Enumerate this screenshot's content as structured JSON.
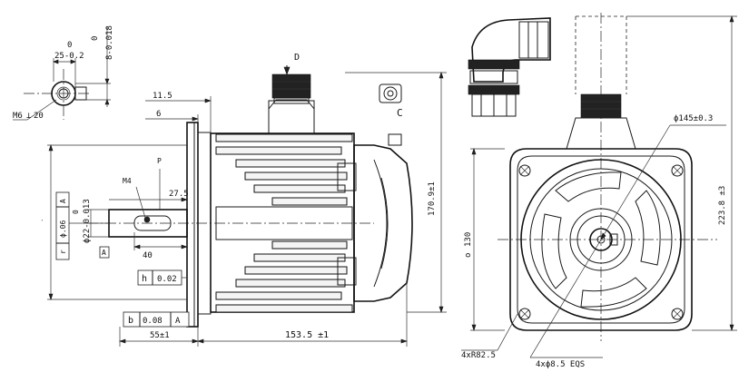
{
  "drawing": {
    "view_labels": {
      "direction_arrow": "D",
      "connector_view": "C"
    },
    "end_detail": {
      "width_tol": "0",
      "width_val": "25-0.2",
      "keyway_tol": "0",
      "keyway_val": "8-0.018",
      "thread": "M6",
      "thread_depth": "20"
    },
    "side_view": {
      "dim_11_5": "11.5",
      "dim_6": "6",
      "dim_M4": "M4",
      "dim_P": "P",
      "dim_27_5": "27.5",
      "shaft_dia_tol": "0",
      "shaft_dia": "ϕ22-0.013",
      "dim_40": "40",
      "datum_A": "A",
      "runout_sym": "r",
      "runout_val": "ϕ.06",
      "runout_ref": "A",
      "flatness_sym": "h",
      "flatness_val": "0.02",
      "perp_sym": "b",
      "perp_val": "0.08",
      "perp_ref": "A",
      "flange_thk": "55±1",
      "body_length": "153.5 ±1",
      "body_height": "170.9±1"
    },
    "front_view": {
      "bolt_circle": "ϕ145±0.3",
      "spigot": "130",
      "spigot_prefix": "o",
      "height": "223.8 ±3",
      "corner_radius": "4xR82.5",
      "holes": "4xϕ8.5 EQS"
    }
  }
}
